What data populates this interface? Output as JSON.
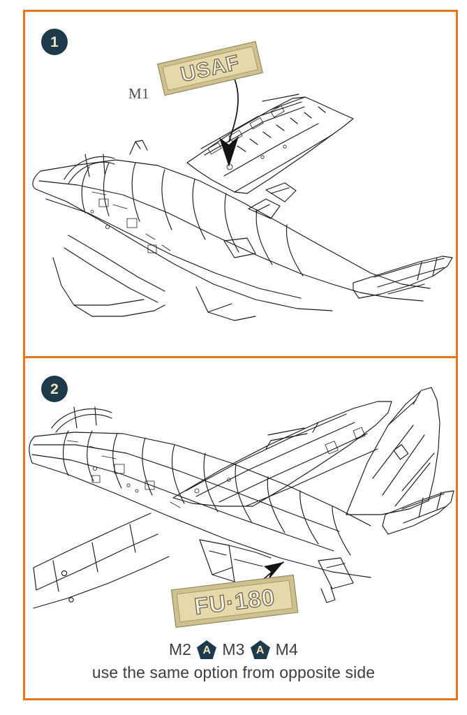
{
  "sheet": {
    "frame_color": "#e8761a",
    "background": "#ffffff",
    "badge_fill": "#1d3a4b",
    "badge_text_color": "#efe6bf",
    "decal_tan": "#cfc18e",
    "decal_cream": "#efe6c4",
    "line_color": "#1a1a1a"
  },
  "panels": [
    {
      "step_number": "1",
      "badge_icon": "step-number-badge",
      "part_label": "M1",
      "decal": {
        "text": "USAF",
        "name": "usaf-decal"
      },
      "arrow": "curved-placement-arrow",
      "subject": "f-86-sabre-rear-fuselage-and-wing-line-art"
    },
    {
      "step_number": "2",
      "badge_icon": "step-number-badge",
      "decal": {
        "text": "FU·180",
        "name": "fu180-decal"
      },
      "arrow": "straight-placement-arrow",
      "subject": "f-86-sabre-fuselage-and-tail-line-art"
    }
  ],
  "options": {
    "items": [
      {
        "type": "text",
        "label": "M2"
      },
      {
        "type": "badge",
        "label": "A"
      },
      {
        "type": "text",
        "label": "M3"
      },
      {
        "type": "badge",
        "label": "A"
      },
      {
        "type": "text",
        "label": "M4"
      }
    ],
    "note": "use the same option from opposite side"
  }
}
